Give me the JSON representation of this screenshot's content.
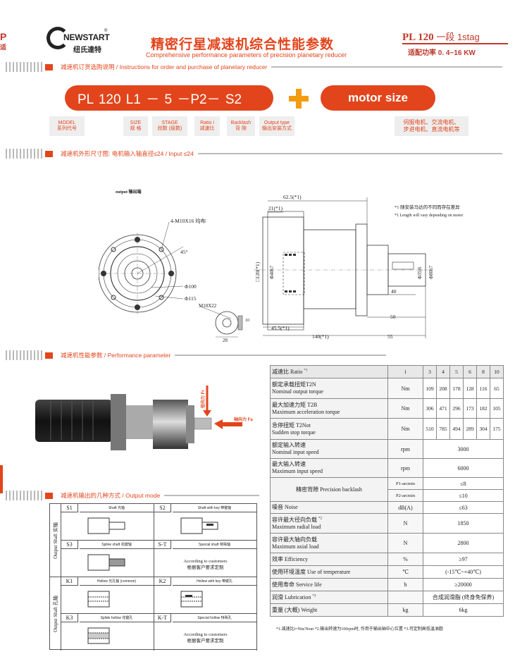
{
  "edge": {
    "letter": "P",
    "sub": "适"
  },
  "logo": {
    "brand": "NEWSTART",
    "registered": "®",
    "cn": "纽氏達特"
  },
  "title": {
    "cn": "精密行星减速机综合性能参数",
    "en": "Comprehensive performance parameters of precision planetary reducer"
  },
  "model_badge": {
    "model": "PL 120",
    "stage": "一段 1stag",
    "power": "适配功率 0. 4~16 KW"
  },
  "sections": {
    "order": "减速机订货选购说明 / Instructions for order and purchase of planetary reducer",
    "dims": "减速机外形尺寸图: 电机输入轴直径≤24 / Input ≤24",
    "perf": "减速机性能参数 / Performance parameter",
    "output": "减速机输出的几种方式 / Output mode"
  },
  "order": {
    "code": "PL 120  L1 － 5 －P2－ S2",
    "motor": "motor size",
    "tags": [
      {
        "en": "MODEL",
        "cn": "系列代号"
      },
      {
        "en": "SIZE",
        "cn": "规 格"
      },
      {
        "en": "STAGE",
        "cn": "段数 (级数)"
      },
      {
        "en": "Ratio i",
        "cn": "减速比"
      },
      {
        "en": "Backlash",
        "cn": "背 隙"
      },
      {
        "en": "Output type",
        "cn": "输出安装方式"
      },
      {
        "en": "伺服电机、交流电机、",
        "cn": "步进电机、直流电机等"
      }
    ]
  },
  "drawing": {
    "output_label": "output 输出端",
    "note1": "*1 随安装马达的不同而存在差异",
    "note2": "*1 Length will vary depending on motor",
    "bolt": "4-M10X16 均布",
    "angle": "45°",
    "d100": "Φ100",
    "d115": "Φ115",
    "keyshaft": "M10X22",
    "d62": "62.5(*1)",
    "d21": "21(*1)",
    "sq120": "□120(*1)",
    "phi40": "Φ40h7",
    "phi35": "Φ35j6",
    "phi80": "Φ80h7",
    "d40": "40",
    "d50": "50",
    "d455": "45.5(*1)",
    "d140": "140(*1)",
    "d55": "55",
    "d28": "28",
    "d10": "10"
  },
  "photo": {
    "radial": "径向力 Fr",
    "axial": "轴向力 Fa"
  },
  "output_modes": {
    "side1": "Output Shaft 实轴",
    "side2": "Output Shaft 孔轴",
    "cells": [
      {
        "code": "S1",
        "desc": "Shaft 光轴"
      },
      {
        "code": "S2",
        "desc": "Shaft with key 带键轴"
      },
      {
        "code": "S3",
        "desc": "Spline shaft 花键轴"
      },
      {
        "code": "S-T",
        "desc": "Special shaft 特殊轴"
      },
      {
        "code": "K1",
        "desc": "Hollow 光孔轴 (common)"
      },
      {
        "code": "K2",
        "desc": "Hollow with key 带键孔"
      },
      {
        "code": "K3",
        "desc": "Splide hollow 花键孔"
      },
      {
        "code": "K-T",
        "desc": "Special hollow 特殊孔"
      }
    ],
    "custom_en": "According to customers",
    "custom_cn": "根据客户要求定制"
  },
  "perf": {
    "ratio_label": "减速比 Ratio",
    "ratio_mark": "*1",
    "ratio_unit": "i",
    "ratios": [
      "3",
      "4",
      "5",
      "6",
      "8",
      "10"
    ],
    "rows": [
      {
        "cn": "额定承载扭矩T2N",
        "en": "Nominal output torque",
        "unit": "Nm",
        "vals": [
          "109",
          "208",
          "178",
          "128",
          "116",
          "65"
        ]
      },
      {
        "cn": "最大加速力矩 T2B",
        "en": "Maximum acceleration torque",
        "unit": "Nm",
        "vals": [
          "306",
          "471",
          "296",
          "173",
          "182",
          "105"
        ]
      },
      {
        "cn": "急停扭矩 T2Not",
        "en": "Sudden stop torque",
        "unit": "Nm",
        "vals": [
          "510",
          "785",
          "494",
          "289",
          "304",
          "175"
        ]
      }
    ],
    "nom_speed": {
      "cn": "额定输入转速",
      "en": "Nominal input speed",
      "unit": "rpm",
      "val": "3000"
    },
    "max_speed": {
      "cn": "最大输入转速",
      "en": "Maximum input speed",
      "unit": "rpm",
      "val": "6000"
    },
    "backlash": {
      "label": "精密背隙 Precision backlash",
      "p1": "P1-arcmin",
      "p1v": "≤8",
      "p2": "P2-arcmin",
      "p2v": "≤10"
    },
    "noise": {
      "label": "噪音 Noise",
      "unit": "dB(A)",
      "val": "≤63"
    },
    "radial": {
      "cn": "容许最大径向负载",
      "mark": "*2",
      "en": "Maximum radial load",
      "unit": "N",
      "val": "1850"
    },
    "axial": {
      "cn": "容许最大轴向负载",
      "en": "Maximum axial load",
      "unit": "N",
      "val": "2800"
    },
    "eff": {
      "label": "效率 Efficiency",
      "unit": "%",
      "val": "≥97"
    },
    "temp": {
      "label": "使用环境温度 Use of temperature",
      "unit": "℃",
      "val": "(-15℃~+40℃)"
    },
    "life": {
      "label": "使用寿命 Service life",
      "unit": "h",
      "val": "≥20000"
    },
    "lub": {
      "label": "润滑 Lubrication",
      "mark": "*3",
      "unit": "",
      "val": "合成润滑脂 (终身免保养)"
    },
    "weight": {
      "label": "重量 (大概) Weight",
      "unit": "kg",
      "val": "6kg"
    }
  },
  "footnote": "*1.减速比i=Nin/Nout   *2.输出转速为100rpm时, 作用于输出轴中心位置    *3.可定制高低温油脂"
}
